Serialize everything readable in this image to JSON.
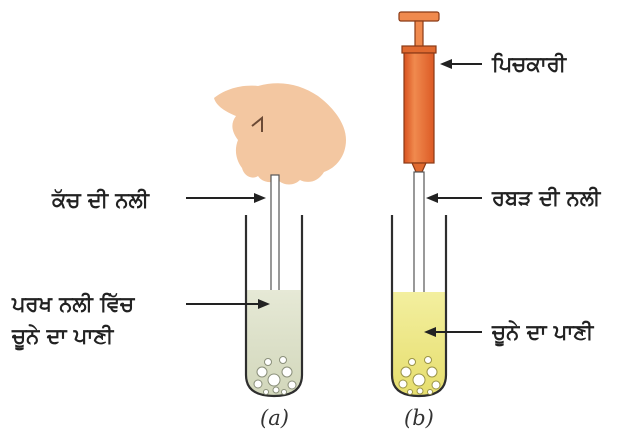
{
  "labels": {
    "glass_tube": "ਕੱਚ ਦੀ ਨਲੀ",
    "test_tube_line1": "ਪਰਖ ਨਲੀ ਵਿੱਚ",
    "test_tube_line2": "ਚੂਨੇ ਦਾ ਪਾਣੀ",
    "syringe": "ਪਿਚਕਾਰੀ",
    "rubber_tube": "ਰਬੜ ਦੀ ਨਲੀ",
    "lime_water": "ਚੂਨੇ ਦਾ ਪਾਣੀ"
  },
  "captions": {
    "a": "(a)",
    "b": "(b)"
  },
  "colors": {
    "skin": "#f3c7a1",
    "syringe_body": "#e8662c",
    "lime_water_a": "#dfe3cc",
    "lime_water_b": "#eee98a"
  }
}
